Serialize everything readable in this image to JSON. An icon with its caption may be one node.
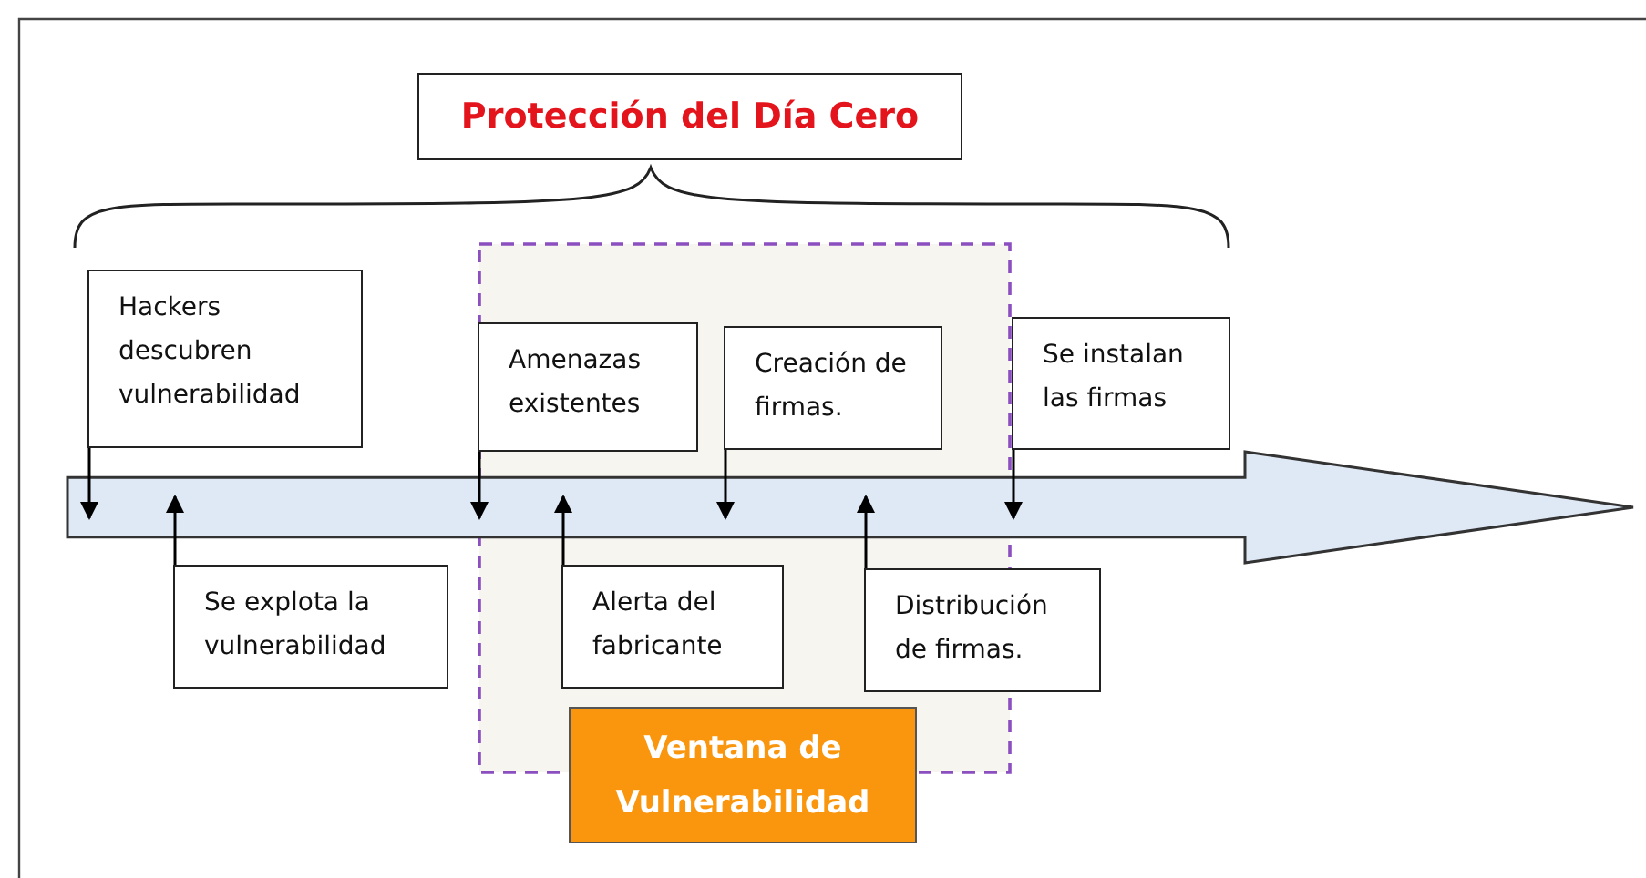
{
  "diagram": {
    "nodes": [
      {
        "text": [
          "Protección del Día Cero"
        ]
      },
      {
        "text": [],
        "shape": "box"
      },
      {
        "text": [],
        "shape": "arrow"
      },
      {
        "text": [
          "Hackers descubren vulnerabilidad"
        ]
      },
      {
        "text": [
          "Se explota la vulnerabilidad"
        ]
      },
      {
        "text": [
          "Amenazas existentes"
        ],
        "in": 1
      },
      {
        "text": [
          "Alerta del fabricante"
        ],
        "in": 1
      },
      {
        "text": [
          "Creación de firmas."
        ],
        "in": 1
      },
      {
        "text": [
          "Distribución de firmas."
        ]
      },
      {
        "text": [
          "Se instalan las firmas"
        ]
      },
      {
        "text": [
          "Ventana de Vulnerabilidad"
        ]
      }
    ],
    "edges": [
      {
        "from": 3,
        "to": 2,
        "arrow": "to"
      },
      {
        "from": 4,
        "to": 2,
        "arrow": "to"
      },
      {
        "from": 5,
        "to": 2,
        "arrow": "to"
      },
      {
        "from": 6,
        "to": 2,
        "arrow": "to"
      },
      {
        "from": 7,
        "to": 2,
        "arrow": "to"
      },
      {
        "from": 8,
        "to": 2,
        "arrow": "to"
      },
      {
        "from": 9,
        "to": 2,
        "arrow": "to"
      }
    ]
  }
}
